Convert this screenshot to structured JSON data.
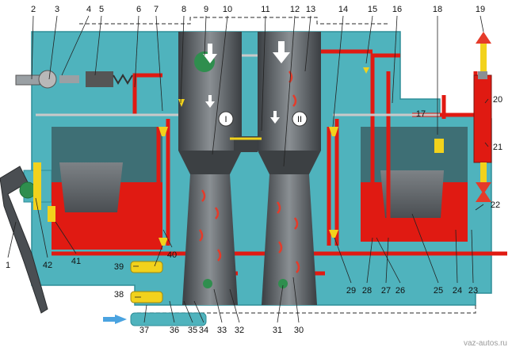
{
  "watermark": "vaz-autos.ru",
  "chamber_labels": {
    "primary": "I",
    "secondary": "II"
  },
  "part_numbers": {
    "p1": "1",
    "p2": "2",
    "p3": "3",
    "p4": "4",
    "p5": "5",
    "p6": "6",
    "p7": "7",
    "p8": "8",
    "p9": "9",
    "p10": "10",
    "p11": "11",
    "p12": "12",
    "p13": "13",
    "p14": "14",
    "p15": "15",
    "p16": "16",
    "p17": "17",
    "p18": "18",
    "p19": "19",
    "p20": "20",
    "p21": "21",
    "p22": "22",
    "p23": "23",
    "p24": "24",
    "p25": "25",
    "p26": "26",
    "p27": "27",
    "p28": "28",
    "p29": "29",
    "p30": "30",
    "p31": "31",
    "p32": "32",
    "p33": "33",
    "p34": "34",
    "p35": "35",
    "p36": "36",
    "p37": "37",
    "p38": "38",
    "p39": "39",
    "p40": "40",
    "p41": "41",
    "p42": "42"
  },
  "colors": {
    "body": "#4fb3bd",
    "body_dark": "#2f8e98",
    "fuel": "#e01a12",
    "chamber": "#5a5f63",
    "chamber_dark": "#3c4043",
    "jet": "#f2d21c",
    "arrow": "#e53b2a",
    "air_arrow": "#4aa3e0"
  }
}
